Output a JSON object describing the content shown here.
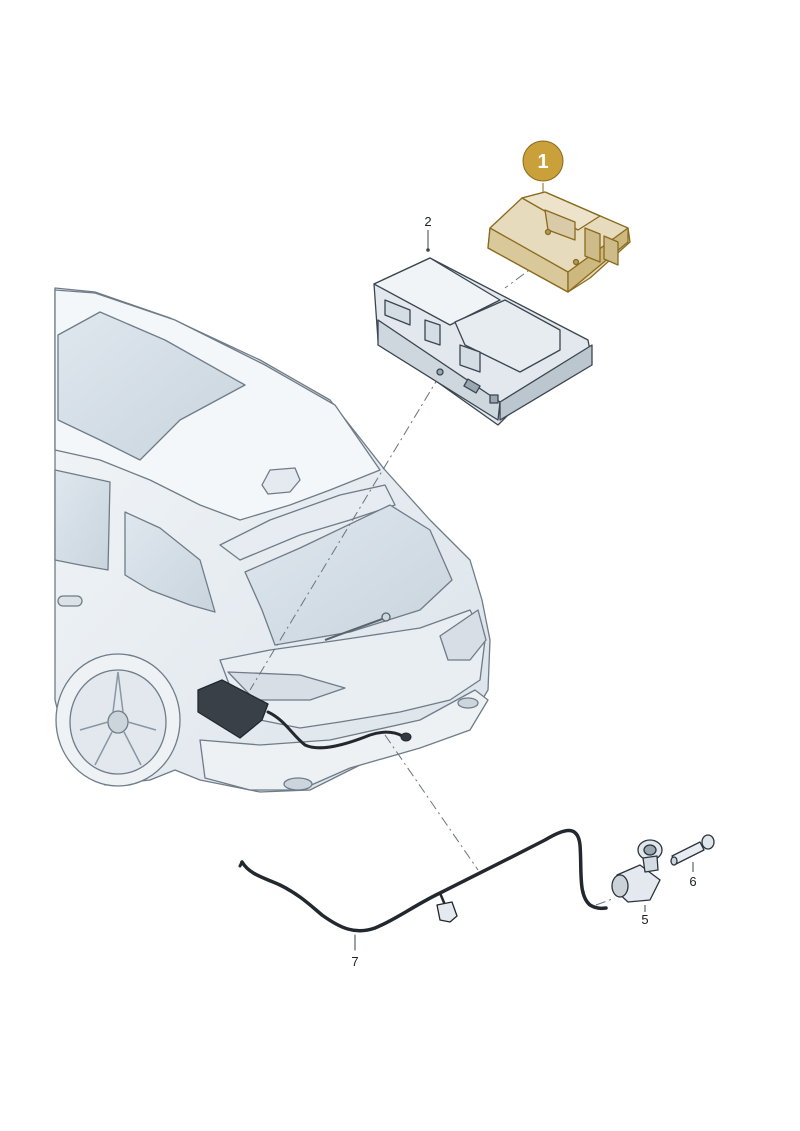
{
  "diagram": {
    "callouts": [
      {
        "id": "1",
        "highlighted": true
      },
      {
        "id": "2",
        "highlighted": false
      },
      {
        "id": "5",
        "highlighted": false
      },
      {
        "id": "6",
        "highlighted": false
      },
      {
        "id": "7",
        "highlighted": false
      }
    ],
    "colors": {
      "highlight": "#c9a03a",
      "part_fill": "#dfe6ec",
      "line": "#3b4550",
      "car_fill": "#eef2f5"
    }
  }
}
